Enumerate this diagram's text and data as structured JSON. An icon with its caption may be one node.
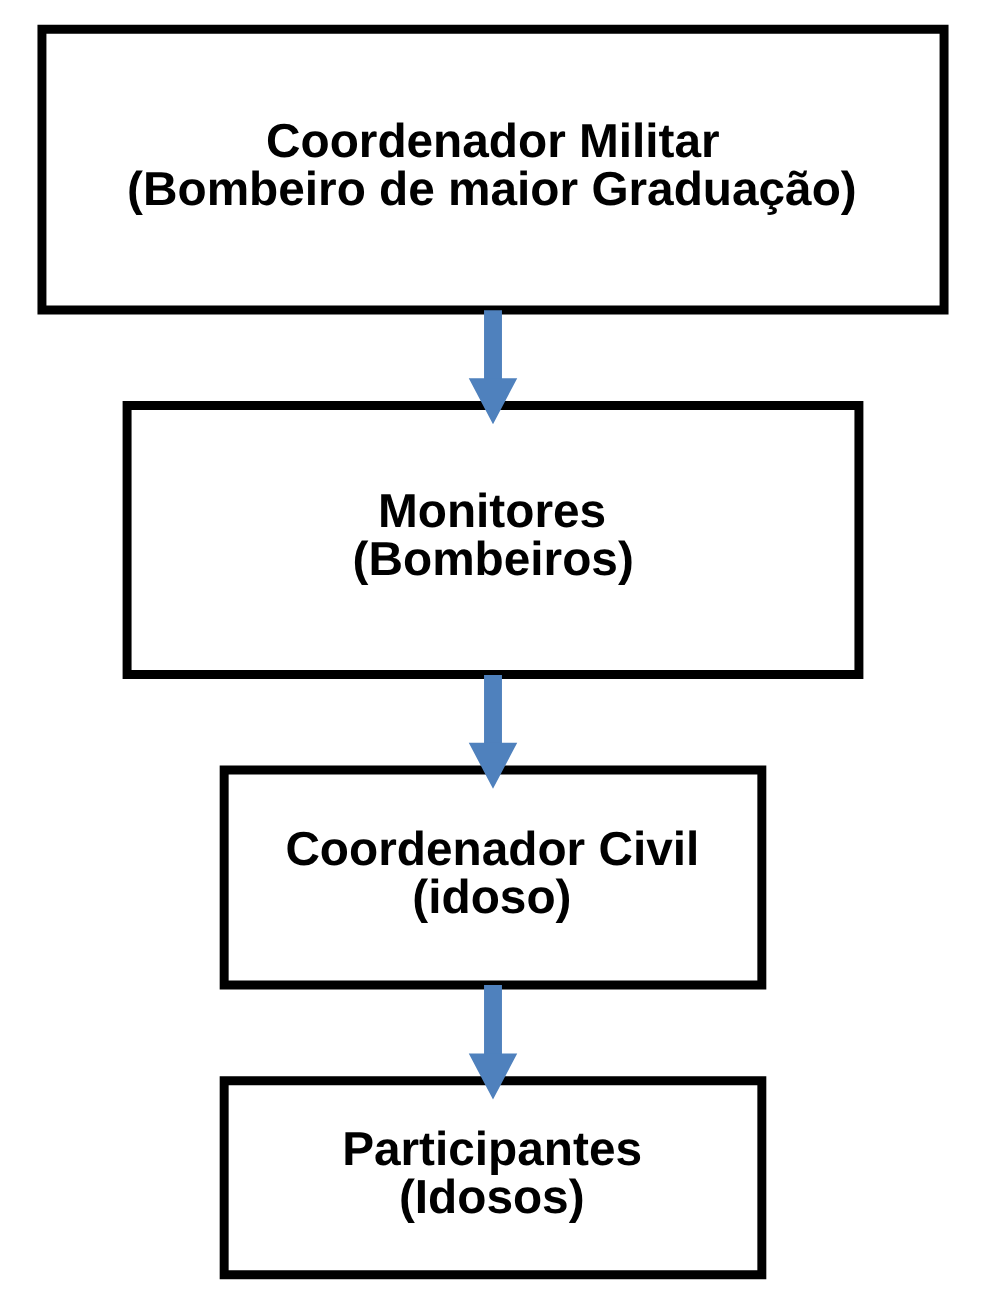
{
  "diagram": {
    "nodes": [
      {
        "text": [
          "Coordenador Militar",
          "(Bombeiro de maior Graduação)"
        ]
      },
      {
        "text": [
          "Monitores",
          "(Bombeiros)"
        ]
      },
      {
        "text": [
          "Coordenador Civil",
          "(idoso)"
        ]
      },
      {
        "text": [
          "Participantes",
          "(Idosos)"
        ]
      }
    ],
    "edges": [
      {
        "from": 0,
        "to": 1,
        "arrow": "to"
      },
      {
        "from": 1,
        "to": 2,
        "arrow": "to"
      },
      {
        "from": 2,
        "to": 3,
        "arrow": "to"
      }
    ]
  }
}
